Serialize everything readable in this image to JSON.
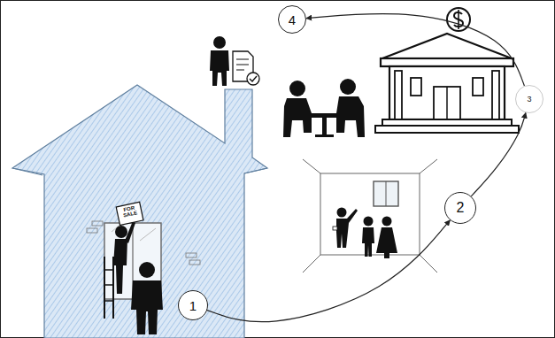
{
  "diagram": {
    "nodes": [
      {
        "text": [
          "1"
        ]
      },
      {
        "text": [
          "2"
        ]
      },
      {
        "text": [
          "3"
        ]
      },
      {
        "text": [
          "4"
        ]
      }
    ],
    "edges": [
      {
        "from": 0,
        "to": 1,
        "arrow": "to"
      },
      {
        "from": 1,
        "to": 2,
        "arrow": "to"
      },
      {
        "from": 2,
        "to": 3,
        "arrow": "to"
      }
    ],
    "labels": [
      "FOR SALE"
    ]
  }
}
